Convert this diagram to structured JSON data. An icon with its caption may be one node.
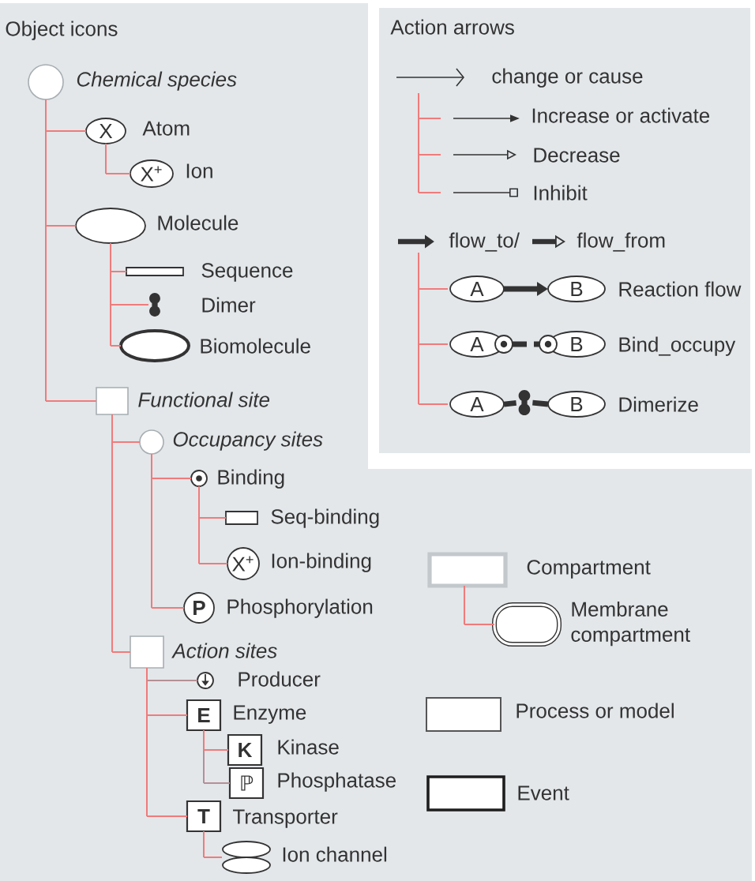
{
  "diagram": {
    "nodes": [
      {
        "text": [],
        "shape": "circle",
        "beside": [
          "Chemical species"
        ]
      },
      {
        "text": [
          "X"
        ],
        "beside": [
          "Atom"
        ]
      },
      {
        "text": [
          "X$^{+}$"
        ],
        "beside": [
          "Ion"
        ]
      },
      {
        "text": [],
        "shape": "ellipse",
        "beside": [
          "Molecule"
        ]
      },
      {
        "text": [],
        "shape": "bar",
        "beside": [
          "Sequence"
        ]
      },
      {
        "text": [],
        "shape": "dumbbell"
      },
      {
        "text": [],
        "shape": "ellipse",
        "beside": [
          "Biomolecule"
        ]
      },
      {
        "text": [],
        "shape": "box",
        "beside": [
          "Functional site"
        ]
      },
      {
        "text": [],
        "shape": "circle",
        "beside": [
          "Occupancy sites"
        ]
      },
      {
        "text": [],
        "shape": "circle",
        "beside": [
          "Binding"
        ]
      },
      {
        "text": [],
        "shape": "box",
        "beside": [
          "Seq-binding"
        ]
      },
      {
        "text": [
          "X$^{+}$"
        ],
        "beside": [
          "Ion-binding"
        ]
      },
      {
        "text": [
          "P"
        ],
        "beside": [
          "Phosphorylation"
        ]
      },
      {
        "text": [],
        "shape": "box",
        "beside": [
          "Action sites"
        ]
      },
      {
        "text": [],
        "shape": "circle",
        "beside": [
          "Producer"
        ]
      },
      {
        "text": [
          "E"
        ],
        "beside": [
          "Enzyme"
        ]
      },
      {
        "text": [
          "K"
        ],
        "beside": [
          "Kinase"
        ]
      },
      {
        "text": [
          "ℙ"
        ],
        "beside": [
          "Phosphatase"
        ]
      },
      {
        "text": [
          "T"
        ],
        "beside": [
          "Transporter"
        ]
      },
      {
        "text": [],
        "shape": "ellipse",
        "beside": [
          "Ion channel"
        ]
      },
      {
        "text": [
          "Action arrows"
        ]
      },
      {
        "text": [],
        "shape": "arrow",
        "in": 20,
        "beside": [
          "change or cause"
        ]
      },
      {
        "text": [],
        "shape": "arrow",
        "in": 20,
        "beside": [
          "Increase or activate"
        ]
      },
      {
        "text": [],
        "shape": "arrow",
        "in": 20,
        "beside": [
          "Decrease"
        ]
      },
      {
        "text": [],
        "shape": "arrow",
        "in": 20,
        "beside": [
          "Inhibit"
        ]
      },
      {
        "text": [],
        "shape": "arrow",
        "in": 20,
        "beside": [
          "flow_to/"
        ]
      },
      {
        "text": [],
        "shape": "arrow",
        "in": 20,
        "beside": [
          "flow_from"
        ]
      },
      {
        "text": [
          "A"
        ],
        "in": 20
      },
      {
        "text": [
          "B"
        ],
        "in": 20,
        "beside": [
          "Reaction flow"
        ]
      },
      {
        "text": [
          "A"
        ],
        "in": 20
      },
      {
        "text": [],
        "shape": "circle",
        "in": 20
      },
      {
        "text": [],
        "shape": "circle",
        "in": 20
      },
      {
        "text": [
          "B"
        ],
        "in": 20,
        "beside": [
          "Bind_occupy"
        ]
      },
      {
        "text": [
          "A"
        ],
        "in": 20
      },
      {
        "text": [],
        "shape": "dumbbell",
        "in": 20
      },
      {
        "text": [
          "B"
        ],
        "in": 20,
        "beside": [
          "Dimerize"
        ]
      },
      {
        "text": [],
        "shape": "box",
        "beside": [
          "Compartment"
        ]
      },
      {
        "text": [],
        "shape": "capsule",
        "beside": [
          "Membrane compartment"
        ]
      },
      {
        "text": [],
        "shape": "box",
        "beside": [
          "Process or model"
        ]
      },
      {
        "text": [],
        "shape": "box",
        "beside": [
          "Event"
        ]
      }
    ],
    "edges": [
      {
        "from": 0,
        "to": 1,
        "arrow": "none"
      },
      {
        "from": 1,
        "to": 2,
        "arrow": "none"
      },
      {
        "from": 0,
        "to": 3,
        "arrow": "none"
      },
      {
        "from": 3,
        "to": 4,
        "arrow": "none"
      },
      {
        "from": 3,
        "to": 5,
        "arrow": "none"
      },
      {
        "from": 3,
        "to": 6,
        "arrow": "none"
      },
      {
        "from": 0,
        "to": 7,
        "arrow": "none"
      },
      {
        "from": 7,
        "to": 8,
        "arrow": "none"
      },
      {
        "from": 8,
        "to": 9,
        "arrow": "none"
      },
      {
        "from": 9,
        "to": 10,
        "arrow": "none"
      },
      {
        "from": 9,
        "to": 11,
        "arrow": "none"
      },
      {
        "from": 8,
        "to": 12,
        "arrow": "none"
      },
      {
        "from": 7,
        "to": 13,
        "arrow": "none"
      },
      {
        "from": 13,
        "to": 14,
        "arrow": "none",
        "color": "#b58f96"
      },
      {
        "from": 13,
        "to": 15,
        "arrow": "none"
      },
      {
        "from": 15,
        "to": 16,
        "arrow": "none"
      },
      {
        "from": 15,
        "to": 17,
        "arrow": "none",
        "color": "#b58f96"
      },
      {
        "from": 13,
        "to": 18,
        "arrow": "none"
      },
      {
        "from": 18,
        "to": 19,
        "arrow": "none"
      },
      {
        "from": 21,
        "to": 22,
        "arrow": "none"
      },
      {
        "from": 21,
        "to": 23,
        "arrow": "none"
      },
      {
        "from": 21,
        "to": 24,
        "arrow": "none"
      },
      {
        "from": 25,
        "to": 27,
        "arrow": "none"
      },
      {
        "from": 25,
        "to": 29,
        "arrow": "none"
      },
      {
        "from": 25,
        "to": 33,
        "arrow": "none"
      },
      {
        "from": 27,
        "to": 28,
        "arrow": "to",
        "style": "thick",
        "color": "#333333"
      },
      {
        "from": 30,
        "to": 31,
        "arrow": "none",
        "style": "dashed",
        "color": "#333333"
      },
      {
        "from": 33,
        "to": 34,
        "arrow": "none",
        "style": "thick",
        "color": "#333333"
      },
      {
        "from": 34,
        "to": 35,
        "arrow": "none",
        "style": "thick",
        "color": "#333333"
      },
      {
        "from": 36,
        "to": 37,
        "arrow": "none"
      }
    ],
    "labels": [
      "Object icons",
      "Dimer"
    ]
  }
}
